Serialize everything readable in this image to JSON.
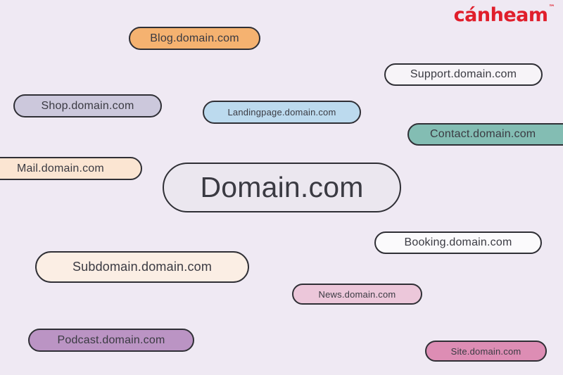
{
  "brand": {
    "logo_text": "cánheam",
    "logo_color": "#e01e2b"
  },
  "background_color": "#efe9f3",
  "main_domain": {
    "label": "Domain.com",
    "color": "#ebe7ef"
  },
  "subdomains": [
    {
      "label": "Blog.domain.com",
      "color": "#f5b270"
    },
    {
      "label": "Support.domain.com",
      "color": "#f7f4f8"
    },
    {
      "label": "Shop.domain.com",
      "color": "#ccc8dc"
    },
    {
      "label": "Landingpage.domain.com",
      "color": "#bcdaee"
    },
    {
      "label": "Contact.domain.com",
      "color": "#83bdb3"
    },
    {
      "label": "Mail.domain.com",
      "color": "#fbe5d2"
    },
    {
      "label": "Booking.domain.com",
      "color": "#fbfafc"
    },
    {
      "label": "Subdomain.domain.com",
      "color": "#fbeee4"
    },
    {
      "label": "News.domain.com",
      "color": "#ecc7da"
    },
    {
      "label": "Podcast.domain.com",
      "color": "#bb94c4"
    },
    {
      "label": "Site.domain.com",
      "color": "#dd8db4"
    }
  ]
}
